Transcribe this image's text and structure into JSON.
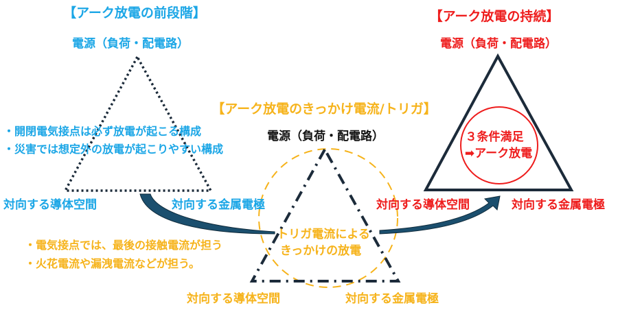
{
  "stage1": {
    "title": "【アーク放電の前段階】",
    "source": "電源（負荷・配電路）",
    "bullets": [
      "・開閉電気接点は必ず放電が起こる構成",
      "・災害では想定外の放電が起こりやすい構成"
    ],
    "left_label": "対向する導体空間",
    "right_label": "対向する金属電極"
  },
  "stage2": {
    "title": "【アーク放電のきっかけ電流/トリガ】",
    "source": "電源（負荷・配電路）",
    "circle_text": [
      "トリガ電流による",
      "きっかけの放電"
    ],
    "bullets": [
      "・電気接点では、最後の接触電流が担う",
      "・火花電流や漏洩電流などが担う。"
    ],
    "left_label": "対向する導体空間",
    "right_label": "対向する金属電極"
  },
  "stage3": {
    "title": "【アーク放電の持続】",
    "source": "電源（負荷・配電路）",
    "circle_text": [
      "３条件満足",
      "➡アーク放電"
    ],
    "left_label": "対向する導体空間",
    "right_label": "対向する金属電極"
  },
  "colors": {
    "blue": "#1ba6e6",
    "orange": "#f6b31b",
    "red": "#ee1c1c",
    "navy": "#1c2b3a",
    "arrow": "#1b4f6e"
  }
}
